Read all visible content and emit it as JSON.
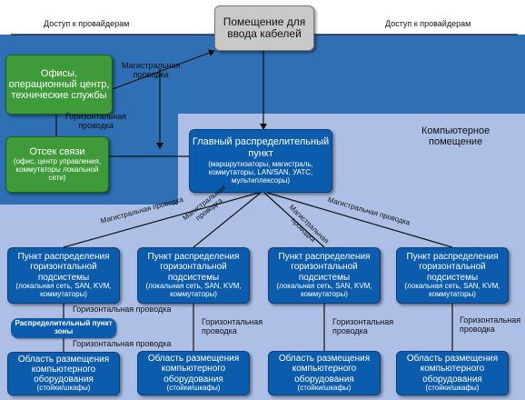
{
  "nodes": {
    "cable_entry": "Помещение для ввода кабелей",
    "offices": "Офисы, операционный центр, технические службы",
    "telecom_room_title": "Отсек связи",
    "telecom_room_sub": "(офис, центр управления, коммутаторы локальной сети)",
    "mda_title": "Главный распределительный пункт",
    "mda_sub": "(маршрутизаторы, магистраль, коммутаторы, LAN/SAN, УАТС, мультиплексоры)",
    "hda_title": "Пункт распределения горизонтальной подсистемы",
    "hda_sub": "(локальная сеть, SAN, KVM, коммутаторы)",
    "zone_point": "Распределительный пункт зоны",
    "eda_title": "Область размещения компьютерного оборудования",
    "eda_sub": "(стойки/шкафы)"
  },
  "labels": {
    "provider_access": "Доступ к провайдерам",
    "backbone": "Магистральная проводка",
    "horizontal": "Горизонтальная проводка",
    "computer_room": "Компьютерное помещение"
  },
  "colors": {
    "outer_area": "#2f6fb3",
    "computer_room": "#aebfe6",
    "node_blue": "#0b5cad",
    "node_green": "#3f9b3a",
    "node_grey": "#c9c9c9"
  }
}
